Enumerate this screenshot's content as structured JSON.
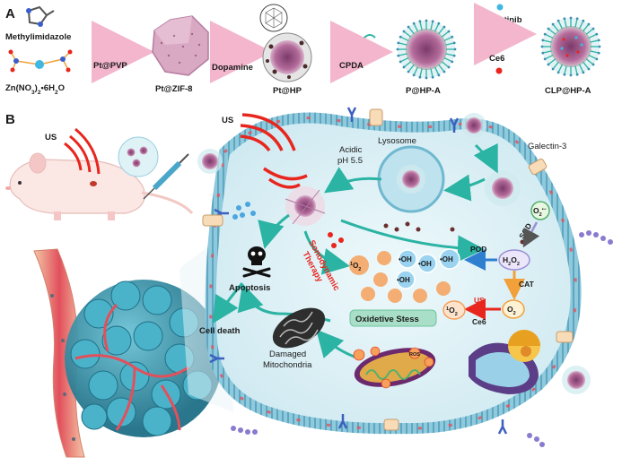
{
  "panel_a": {
    "letter": "A",
    "reagent_1": "Methylimidazole",
    "reagent_2": "Zn(NO",
    "reagent_2_sub1": "3",
    "reagent_2_mid": ")",
    "reagent_2_sub2": "2",
    "reagent_2_end": "•6H",
    "reagent_2_sub3": "2",
    "reagent_2_tail": "O",
    "step_1": "Pt@PVP",
    "product_1": "Pt@ZIF-8",
    "step_2": "Dopamine",
    "product_2": "Pt@HP",
    "step_3": "CPDA",
    "product_3": "P@HP-A",
    "step_4a": "Lenvatinib",
    "step_4b": "Ce6",
    "product_4": "CLP@HP-A"
  },
  "panel_b": {
    "letter": "B",
    "us_mouse": "US",
    "us_cell": "US",
    "acidic_1": "Acidic",
    "acidic_2": "pH 5.5",
    "lysosome": "Lysosome",
    "galectin": "Galectin-3",
    "sono_1": "Sonodynamic",
    "sono_2": "Therapy",
    "apoptosis": "Apoptosis",
    "cell_death": "Cell death",
    "damaged_1": "Damaged",
    "damaged_2": "Mitochondria",
    "oxidative": "Oxidetive Stess",
    "sod": "SOD",
    "pod": "POD",
    "cat": "CAT",
    "o2_superoxide": "O",
    "o2_superoxide_sub": "2",
    "o2_superoxide_sup": "•−",
    "h2o2": "H",
    "h2o2_sub": "2",
    "h2o2_end": "O",
    "h2o2_sub2": "2",
    "o2": "O",
    "o2_sub": "2",
    "singlet": "O",
    "singlet_pre": "1",
    "singlet_sub": "2",
    "us_red": "US",
    "ce6": "Ce6",
    "oh": "•OH",
    "ros": "ROS"
  },
  "colors": {
    "arrow_pink": "#f3b6cc",
    "arrow_teal": "#2bb3a3",
    "cell_fill": "#dff2f6",
    "membrane": "#5aa9c5",
    "ros_orange": "#f6a05a",
    "oh_blue": "#9ad3f0",
    "oxidative_box": "#a9dfc8",
    "tumor": "#3c9fb8",
    "vessel": "#e2505c",
    "us_red": "#e8261e"
  }
}
